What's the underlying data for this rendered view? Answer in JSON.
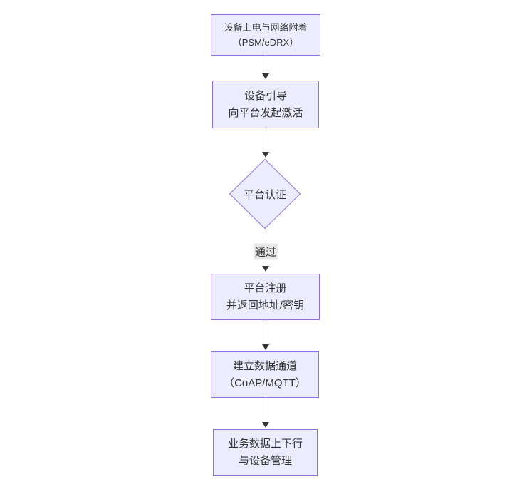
{
  "diagram": {
    "type": "flowchart",
    "direction": "top-down",
    "colors": {
      "background": "#ffffff",
      "node_fill": "#ECECFF",
      "node_border": "#9370DB",
      "text": "#333333",
      "edge_line": "#333333",
      "edge_label_bg": "#e8e8e8"
    },
    "nodes": [
      {
        "id": "power",
        "shape": "rect",
        "lines": [
          "设备上电与网络附着",
          "（PSM/eDRX）"
        ]
      },
      {
        "id": "bootstrap",
        "shape": "rect",
        "lines": [
          "设备引导",
          "向平台发起激活"
        ]
      },
      {
        "id": "auth",
        "shape": "diamond",
        "lines": [
          "平台认证"
        ]
      },
      {
        "id": "register",
        "shape": "rect",
        "lines": [
          "平台注册",
          "并返回地址/密钥"
        ]
      },
      {
        "id": "channel",
        "shape": "rect",
        "lines": [
          "建立数据通道",
          "（CoAP/MQTT）"
        ]
      },
      {
        "id": "business",
        "shape": "rect",
        "lines": [
          "业务数据上下行",
          "与设备管理"
        ]
      }
    ],
    "edges": [
      {
        "from": "power",
        "to": "bootstrap",
        "label": ""
      },
      {
        "from": "bootstrap",
        "to": "auth",
        "label": ""
      },
      {
        "from": "auth",
        "to": "register",
        "label": "通过"
      },
      {
        "from": "register",
        "to": "channel",
        "label": ""
      },
      {
        "from": "channel",
        "to": "business",
        "label": ""
      }
    ]
  }
}
